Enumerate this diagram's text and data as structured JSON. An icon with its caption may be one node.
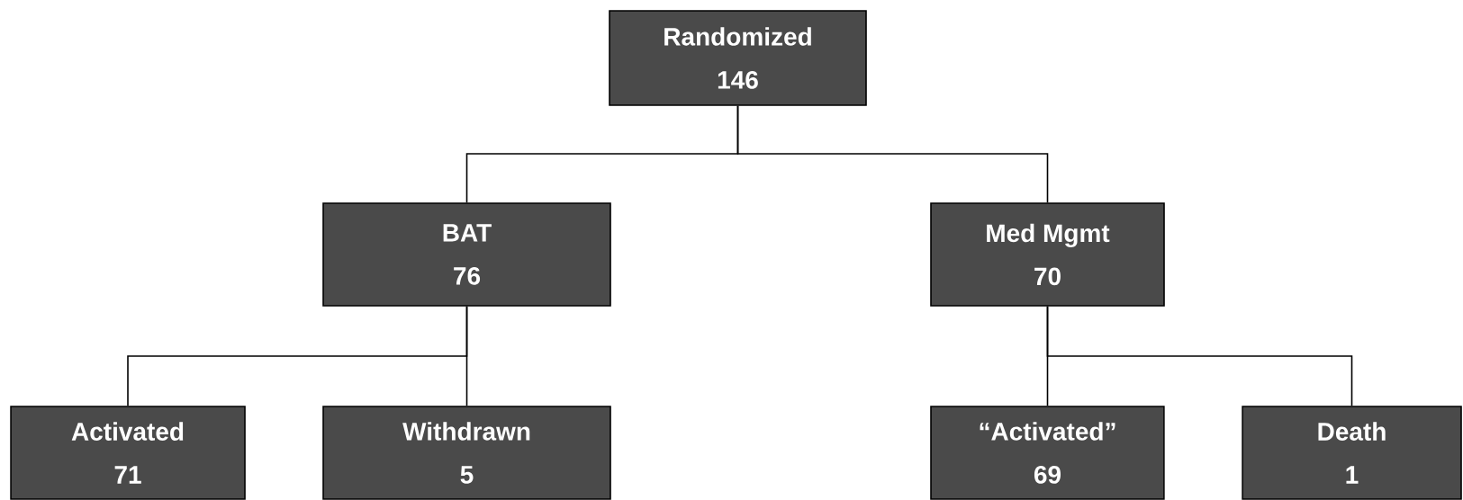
{
  "diagram": {
    "nodes": [
      {
        "text": [
          "Randomized",
          "146"
        ]
      },
      {
        "text": [
          "BAT",
          "76"
        ]
      },
      {
        "text": [
          "Med Mgmt",
          "70"
        ]
      },
      {
        "text": [
          "Activated",
          "71"
        ]
      },
      {
        "text": [
          "Withdrawn",
          "5"
        ]
      },
      {
        "text": [
          "“Activated”",
          "69"
        ]
      },
      {
        "text": [
          "Death",
          "1"
        ]
      }
    ],
    "edges": [
      {
        "from": 0,
        "to": 1,
        "arrow": "none"
      },
      {
        "from": 0,
        "to": 2,
        "arrow": "none"
      },
      {
        "from": 1,
        "to": 3,
        "arrow": "none"
      },
      {
        "from": 1,
        "to": 4,
        "arrow": "none"
      },
      {
        "from": 2,
        "to": 5,
        "arrow": "none"
      },
      {
        "from": 2,
        "to": 6,
        "arrow": "none"
      }
    ]
  }
}
